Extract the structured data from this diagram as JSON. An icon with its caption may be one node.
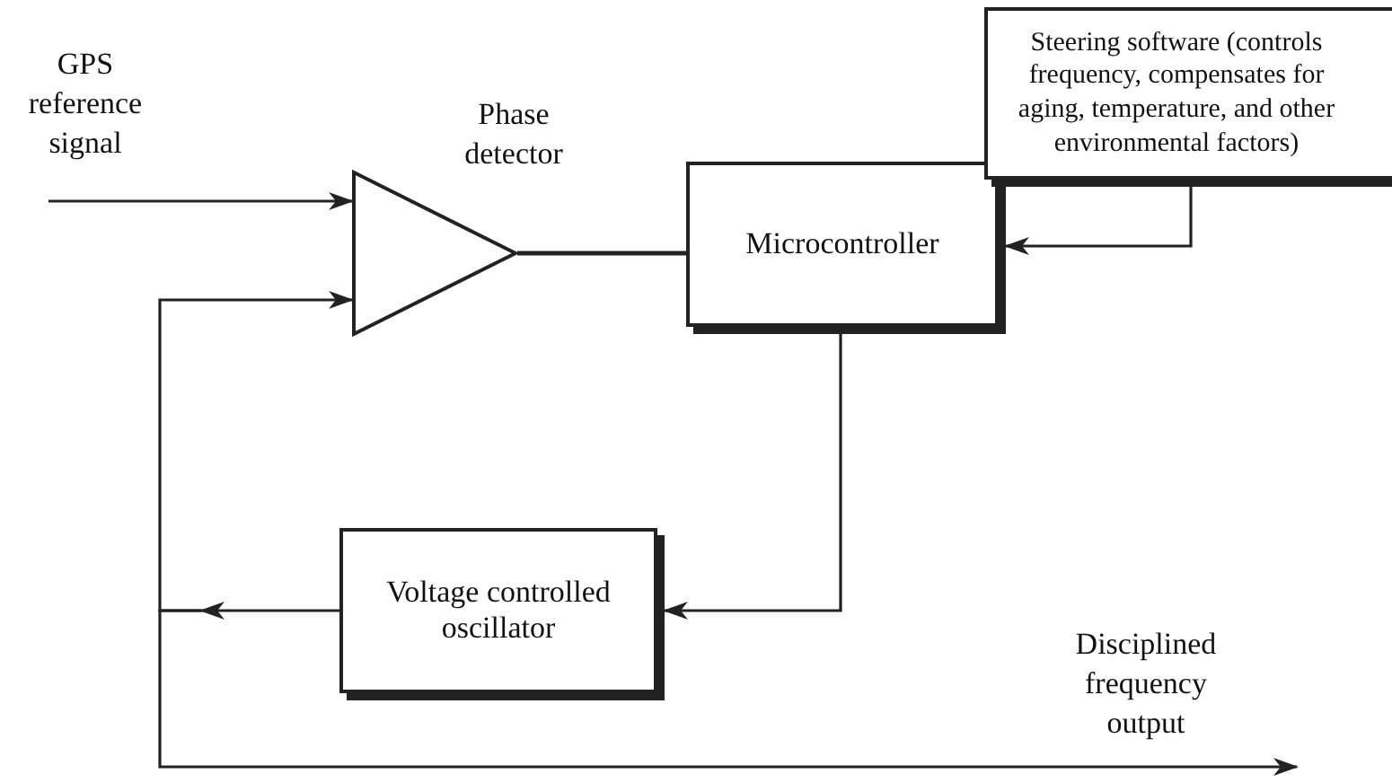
{
  "diagram": {
    "nodes": [
      {
        "text": [
          "Phase detector"
        ]
      },
      {
        "text": [
          "Microcontroller"
        ]
      },
      {
        "text": [
          "Steering software (controls frequency, compensates for aging, temperature, and other environmental factors)"
        ]
      },
      {
        "text": [
          "Voltage controlled oscillator"
        ]
      }
    ],
    "edges": [
      {
        "from": null,
        "to": 0,
        "arrow": "to"
      },
      {
        "from": 0,
        "to": 1,
        "arrow": "none"
      },
      {
        "from": 2,
        "to": 1,
        "arrow": "to"
      },
      {
        "from": 1,
        "to": 3,
        "arrow": "to"
      },
      {
        "from": 3,
        "to": 0,
        "arrow": "to"
      },
      {
        "from": 3,
        "to": null,
        "arrow": "to"
      }
    ],
    "labels": [
      "GPS reference signal",
      "Disciplined frequency output"
    ]
  }
}
